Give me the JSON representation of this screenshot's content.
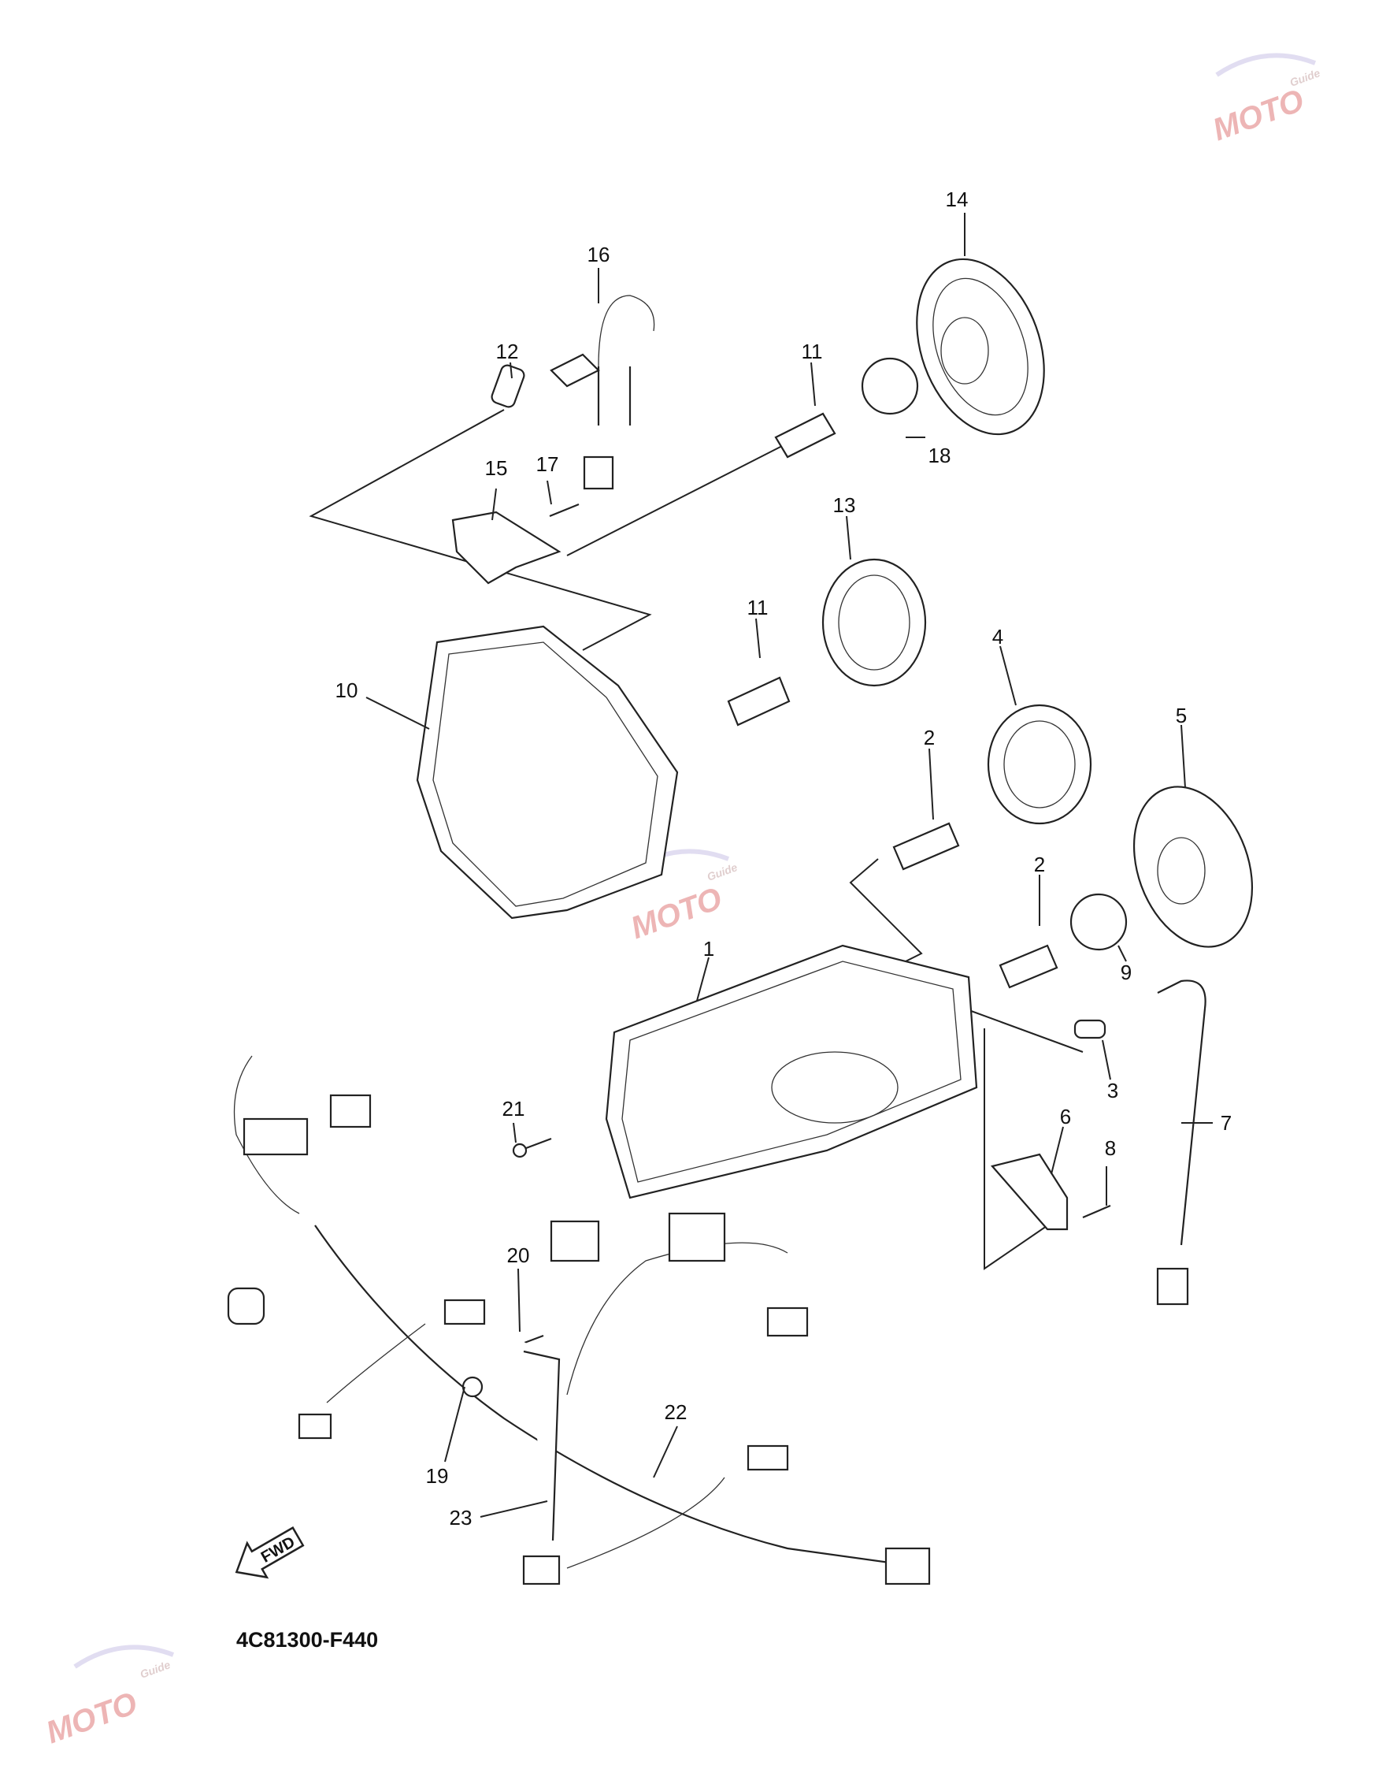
{
  "diagram": {
    "callouts": [
      "1",
      "2",
      "2",
      "3",
      "4",
      "5",
      "6",
      "7",
      "8",
      "9",
      "10",
      "11",
      "11",
      "12",
      "13",
      "14",
      "15",
      "16",
      "17",
      "18",
      "19",
      "20",
      "21",
      "22",
      "23"
    ],
    "code": "4C81300-F440",
    "fwd_label": "FWD"
  },
  "watermark": {
    "text": "MOTO",
    "sub": "Guide"
  }
}
